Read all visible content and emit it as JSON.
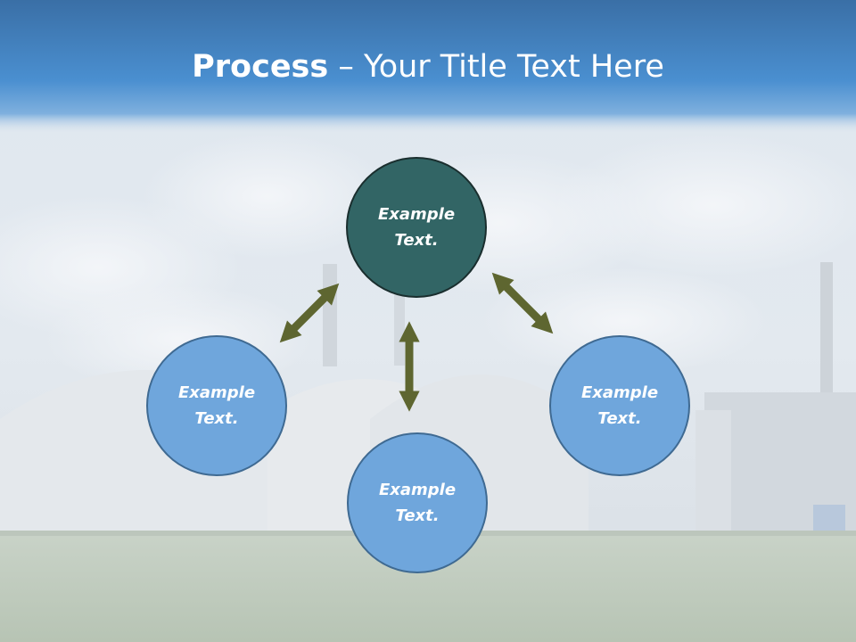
{
  "slide": {
    "title_bold": "Process",
    "title_rest": " – Your Title Text Here"
  },
  "nodes": {
    "top": "Example\nText.",
    "left": "Example\nText.",
    "right": "Example\nText.",
    "bottom": "Example\nText."
  },
  "colors": {
    "title_bar": "#3d7cc0",
    "node_primary": "#326565",
    "node_secondary": "#6fa6dc",
    "arrow": "#5e6630"
  },
  "icons": {
    "connector": "double-headed-arrow"
  }
}
